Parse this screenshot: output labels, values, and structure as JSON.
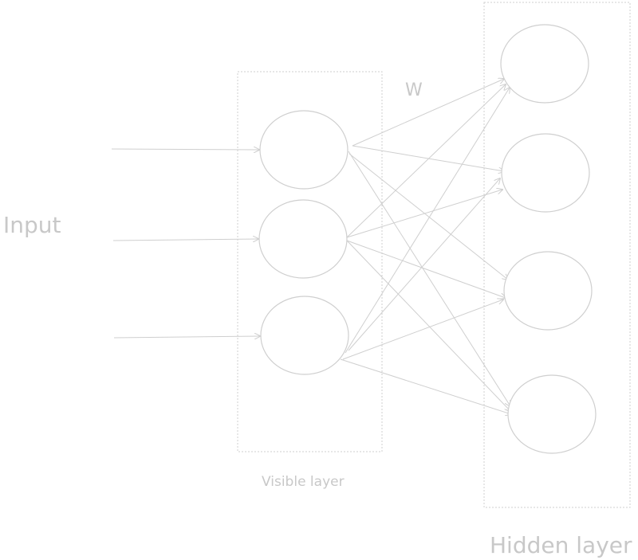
{
  "labels": {
    "input": "Input",
    "weights": "W",
    "visible_layer": "Visible layer",
    "hidden_layer": "Hidden layer"
  },
  "colors": {
    "stroke": "#cfcfcf",
    "text": "#c8c8c8",
    "background": "#ffffff"
  },
  "network": {
    "input_arrows": 3,
    "visible_nodes": 3,
    "hidden_nodes": 4,
    "connections": "fully-connected visible-to-hidden"
  }
}
